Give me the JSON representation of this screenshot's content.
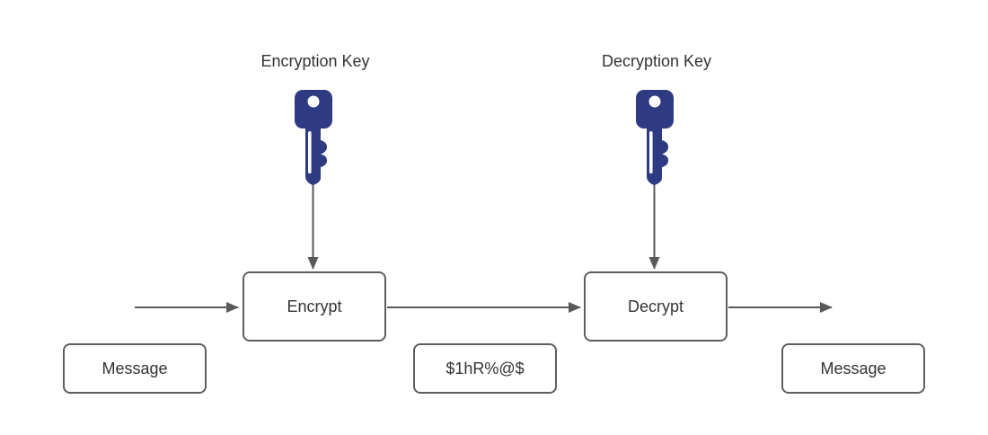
{
  "diagram": {
    "title_labels": {
      "encryption_key": "Encryption Key",
      "decryption_key": "Decryption Key"
    },
    "nodes": {
      "encrypt": {
        "label": "Encrypt"
      },
      "decrypt": {
        "label": "Decrypt"
      },
      "message_input": {
        "label": "Message"
      },
      "ciphertext": {
        "label": "$1hR%@$"
      },
      "message_output": {
        "label": "Message"
      }
    },
    "icons": {
      "encryption_key": "key-icon",
      "decryption_key": "key-icon"
    },
    "colors": {
      "key_fill": "#2e3a82",
      "arrow": "#595959",
      "box_border": "#5e5e5e",
      "text": "#333333",
      "background": "#ffffff"
    }
  }
}
